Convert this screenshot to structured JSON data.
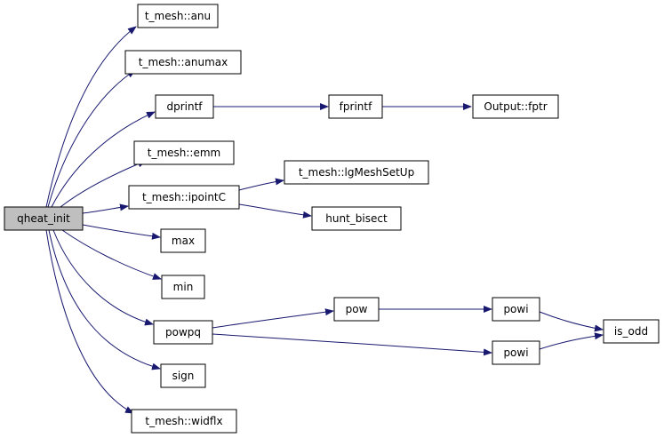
{
  "colors": {
    "edge": "#191970",
    "root_fill": "#bfbfbf",
    "node_fill": "#ffffff",
    "border": "#000000"
  },
  "nodes": {
    "qheat_init": "qheat_init",
    "anu": "t_mesh::anu",
    "anumax": "t_mesh::anumax",
    "dprintf": "dprintf",
    "fprintf": "fprintf",
    "output_fptr": "Output::fptr",
    "emm": "t_mesh::emm",
    "ipointc": "t_mesh::ipointC",
    "lgmeshsetup": "t_mesh::lgMeshSetUp",
    "hunt_bisect": "hunt_bisect",
    "max": "max",
    "min": "min",
    "powpq": "powpq",
    "pow": "pow",
    "powi_1": "powi",
    "powi_2": "powi",
    "is_odd": "is_odd",
    "sign": "sign",
    "widflx": "t_mesh::widflx"
  },
  "edges": [
    [
      "qheat_init",
      "anu"
    ],
    [
      "qheat_init",
      "anumax"
    ],
    [
      "qheat_init",
      "dprintf"
    ],
    [
      "qheat_init",
      "emm"
    ],
    [
      "qheat_init",
      "ipointc"
    ],
    [
      "qheat_init",
      "max"
    ],
    [
      "qheat_init",
      "min"
    ],
    [
      "qheat_init",
      "powpq"
    ],
    [
      "qheat_init",
      "sign"
    ],
    [
      "qheat_init",
      "widflx"
    ],
    [
      "dprintf",
      "fprintf"
    ],
    [
      "fprintf",
      "output_fptr"
    ],
    [
      "ipointc",
      "lgmeshsetup"
    ],
    [
      "ipointc",
      "hunt_bisect"
    ],
    [
      "powpq",
      "pow"
    ],
    [
      "powpq",
      "powi_2"
    ],
    [
      "pow",
      "powi_1"
    ],
    [
      "powi_1",
      "is_odd"
    ],
    [
      "powi_2",
      "is_odd"
    ]
  ]
}
